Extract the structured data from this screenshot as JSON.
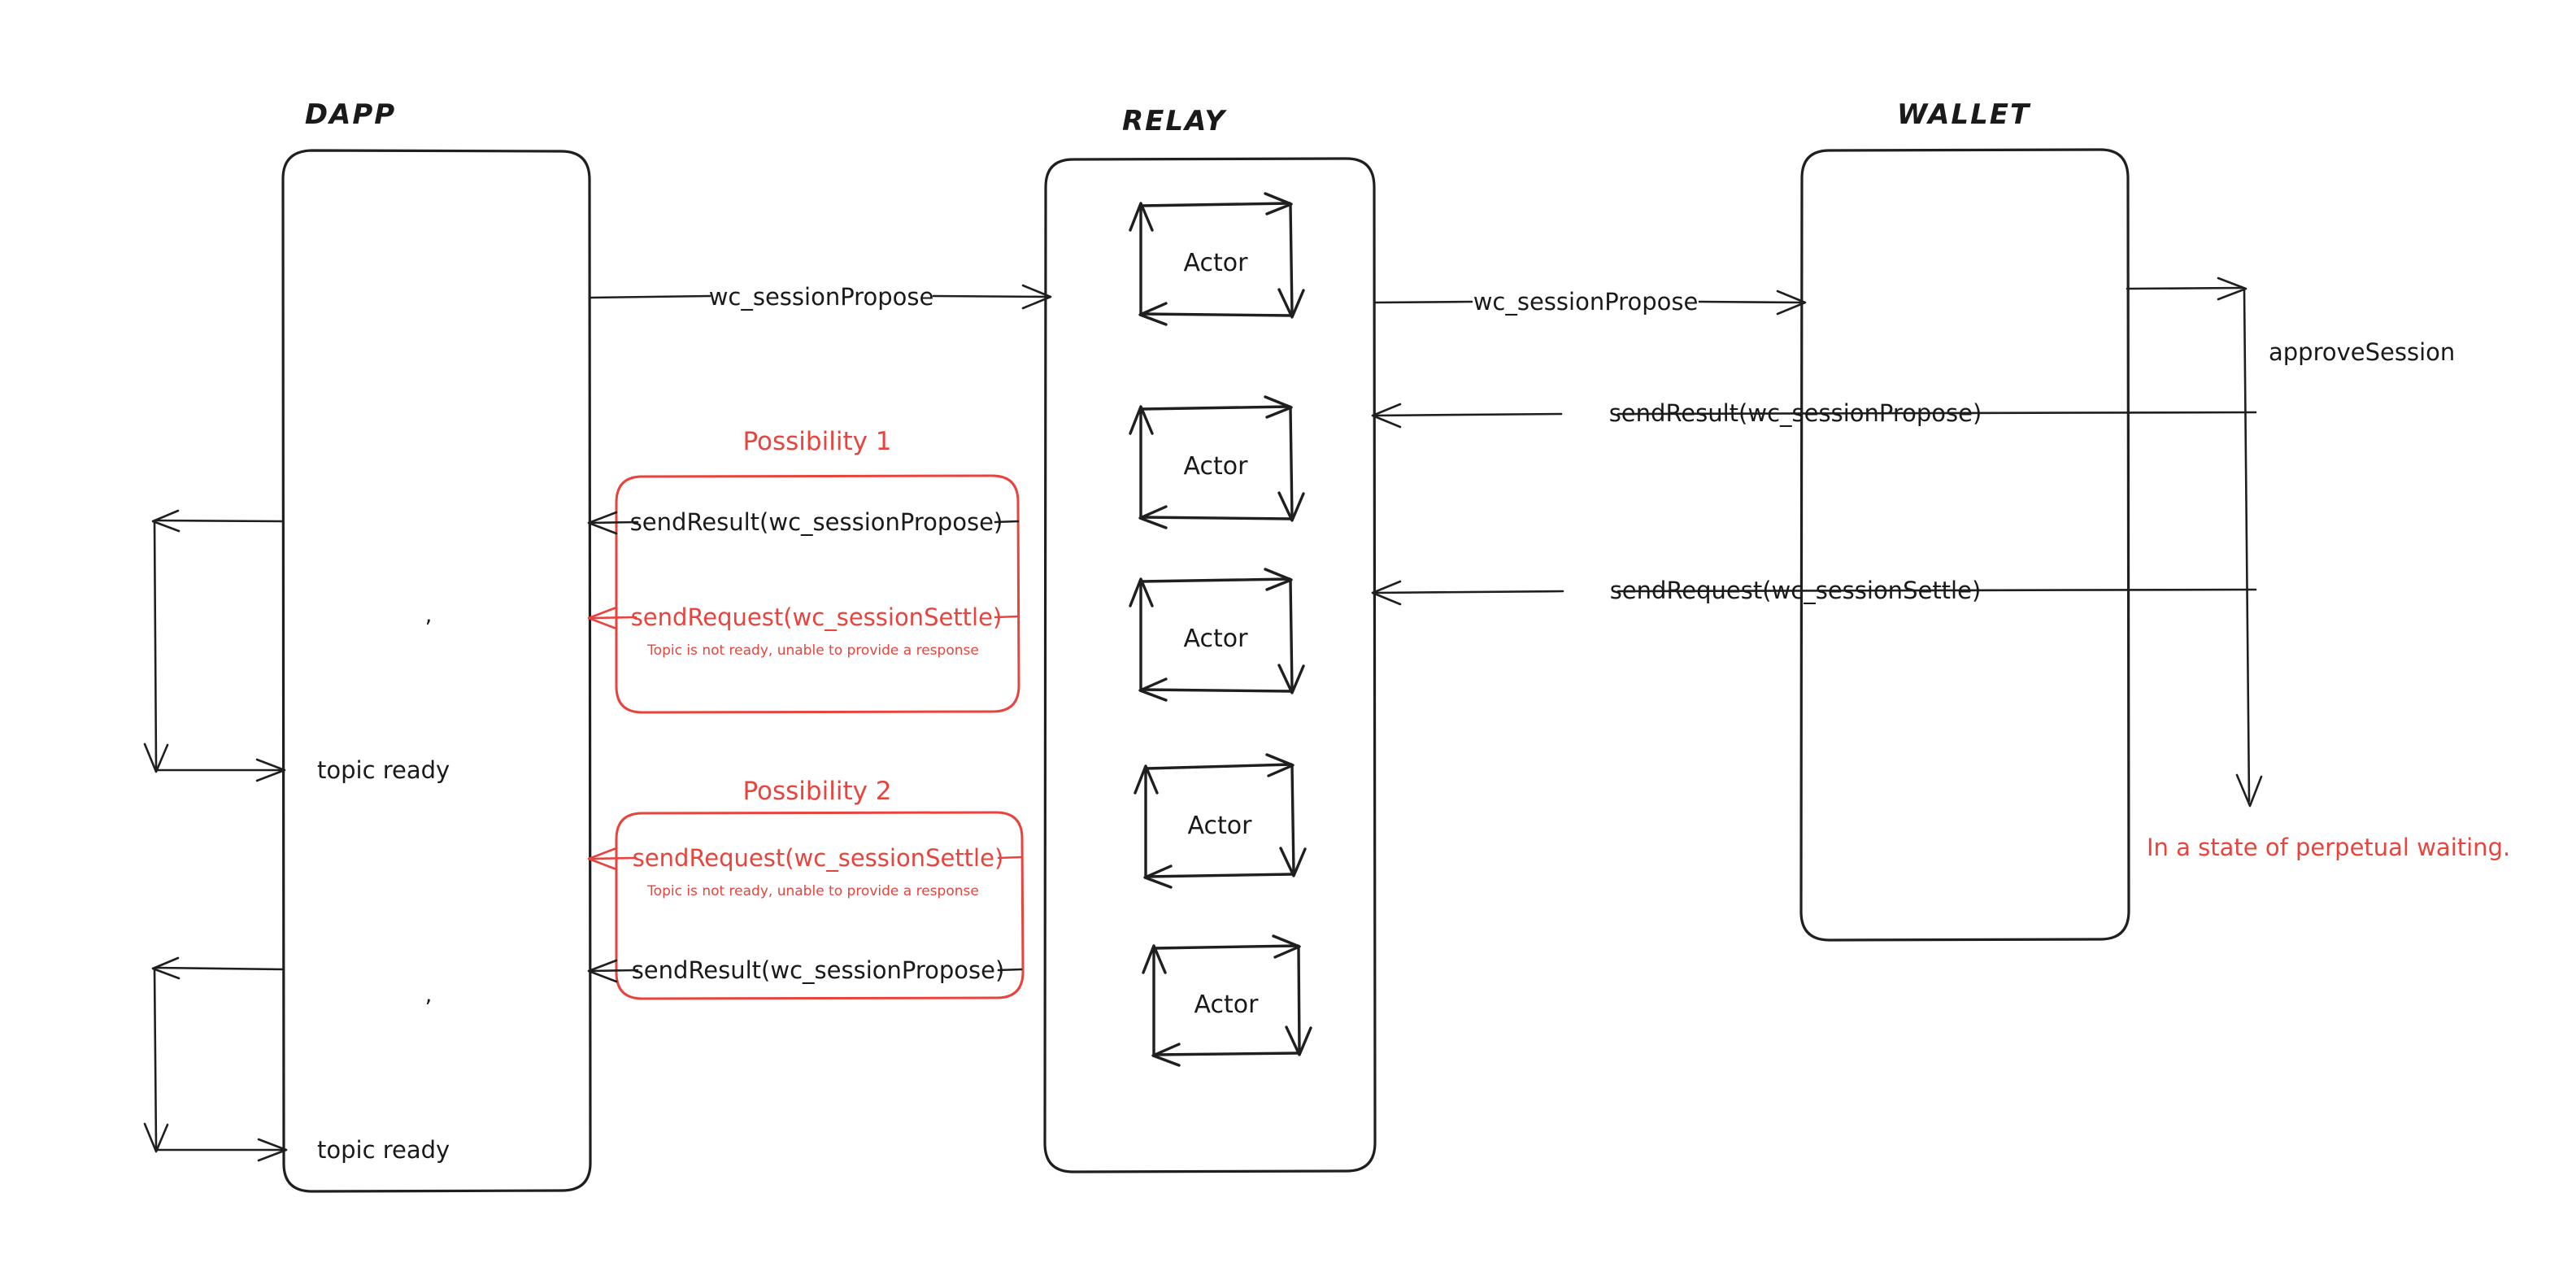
{
  "diagram": {
    "title_lanes": [
      {
        "key": "dapp",
        "label": "DAPP"
      },
      {
        "key": "relay",
        "label": "RELAY"
      },
      {
        "key": "wallet",
        "label": "WALLET"
      }
    ],
    "colors": {
      "ink": "#1f1f1f",
      "red": "#e8443d",
      "background": "#ffffff"
    },
    "relay_actors": [
      {
        "label": "Actor"
      },
      {
        "label": "Actor"
      },
      {
        "label": "Actor"
      },
      {
        "label": "Actor"
      },
      {
        "label": "Actor"
      }
    ],
    "messages": [
      {
        "id": "m1",
        "text": "wc_sessionPropose",
        "from": "dapp",
        "to": "relay",
        "color": "black"
      },
      {
        "id": "m2",
        "text": "wc_sessionPropose",
        "from": "relay",
        "to": "wallet",
        "color": "black"
      },
      {
        "id": "m3",
        "text": "sendResult(wc_sessionPropose)",
        "from": "wallet",
        "to": "relay",
        "color": "black"
      },
      {
        "id": "m4",
        "text": "sendRequest(wc_sessionSettle)",
        "from": "wallet",
        "to": "relay",
        "color": "black"
      },
      {
        "id": "m5",
        "text": "sendResult(wc_sessionPropose)",
        "from": "relay",
        "to": "dapp",
        "color": "black"
      },
      {
        "id": "m6",
        "text": "sendRequest(wc_sessionSettle)",
        "from": "relay",
        "to": "dapp",
        "color": "red"
      },
      {
        "id": "m7",
        "text": "sendRequest(wc_sessionSettle)",
        "from": "relay",
        "to": "dapp",
        "color": "red"
      },
      {
        "id": "m8",
        "text": "sendResult(wc_sessionPropose)",
        "from": "relay",
        "to": "dapp",
        "color": "black"
      }
    ],
    "possibility_groups": [
      {
        "id": "p1",
        "title": "Possibility 1",
        "error_note": "Topic is not ready, unable to provide a response",
        "rows": [
          "sendResult(wc_sessionPropose)",
          "sendRequest(wc_sessionSettle)"
        ]
      },
      {
        "id": "p2",
        "title": "Possibility 2",
        "error_note": "Topic is not ready, unable to provide a response",
        "rows": [
          "sendRequest(wc_sessionSettle)",
          "sendResult(wc_sessionPropose)"
        ]
      }
    ],
    "self_loops": [
      {
        "id": "loop1",
        "lane": "dapp",
        "label": "topic ready"
      },
      {
        "id": "loop2",
        "lane": "dapp",
        "label": "topic ready"
      },
      {
        "id": "loop3",
        "lane": "wallet",
        "label": "approveSession"
      }
    ],
    "annotations": [
      {
        "id": "waiting",
        "text": "In a state of perpetual waiting.",
        "color": "red"
      },
      {
        "id": "tick1",
        "text": ",",
        "color": "black"
      },
      {
        "id": "tick2",
        "text": ",",
        "color": "black"
      }
    ]
  }
}
